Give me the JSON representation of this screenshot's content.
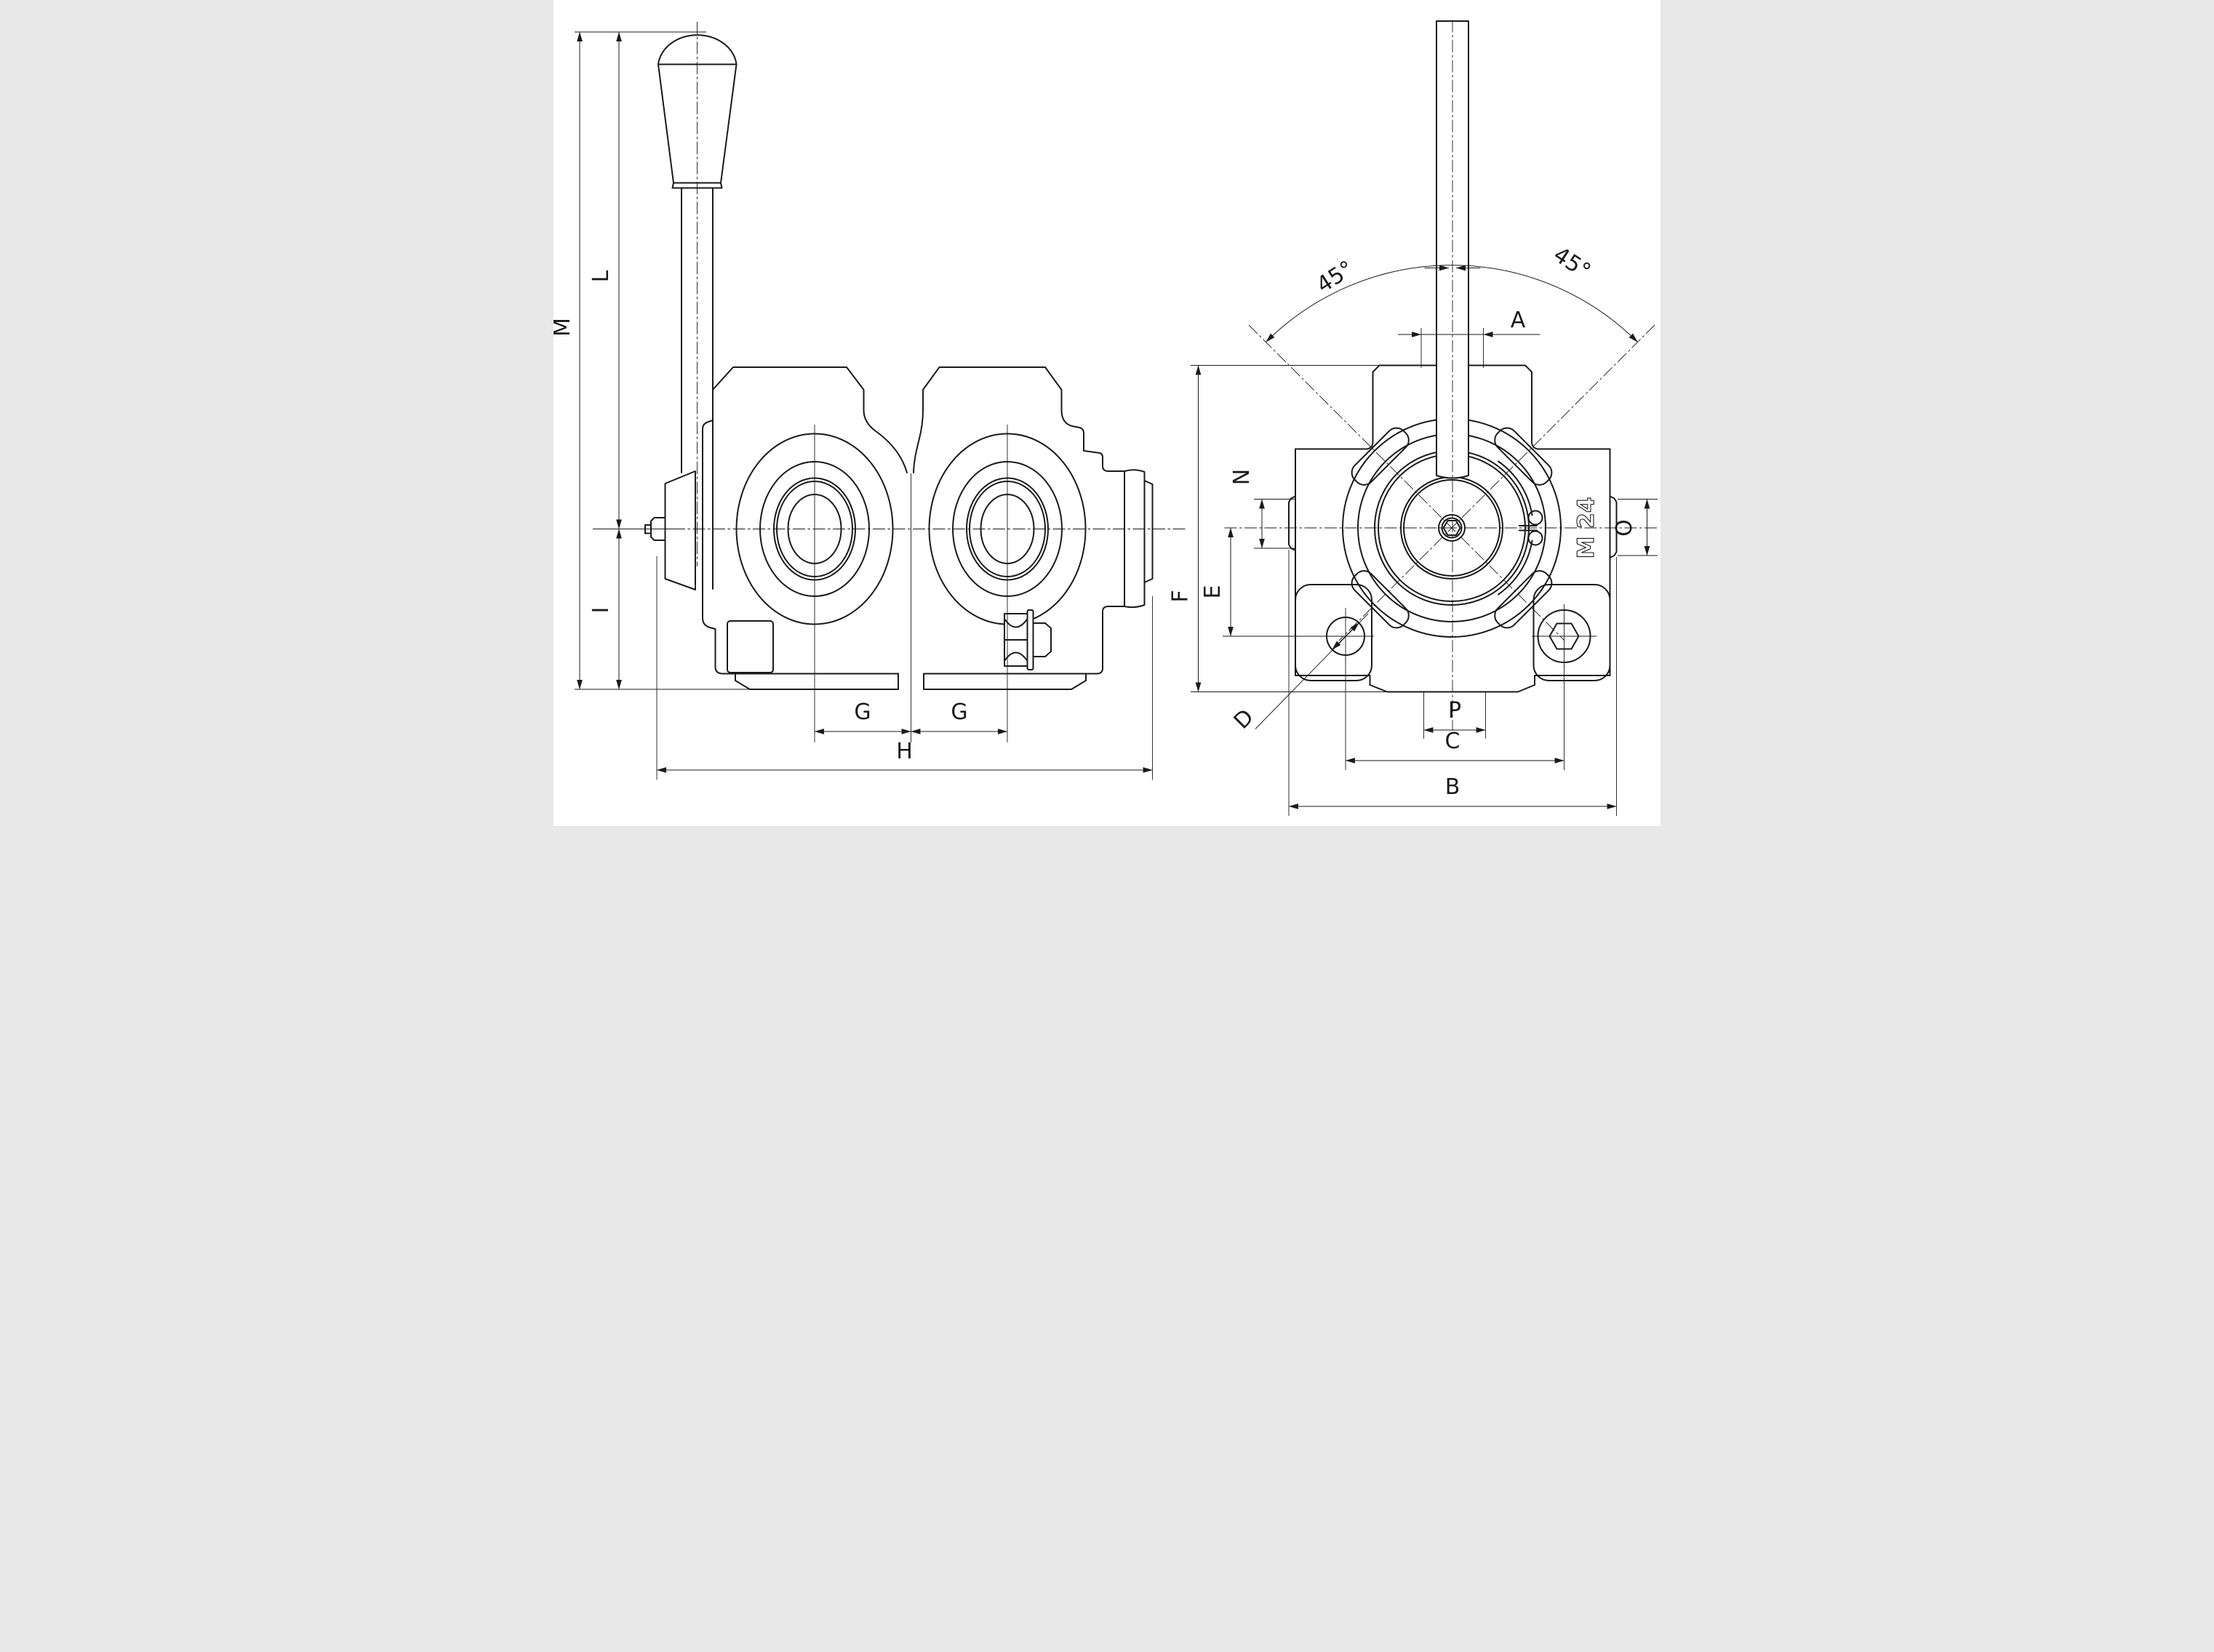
{
  "drawing_type": "technical-dimension-drawing",
  "colors": {
    "line": "#1a1a1a",
    "background": "#ffffff"
  },
  "views": {
    "side_view": {
      "labels": {
        "M": "M",
        "L": "L",
        "I": "I",
        "G_left": "G",
        "G_right": "G",
        "H": "H"
      }
    },
    "front_view": {
      "labels": {
        "angle_left": "45°",
        "angle_right": "45°",
        "A": "A",
        "N": "N",
        "F": "F",
        "E": "E",
        "D": "D",
        "thread_size": "M 24",
        "O": "O",
        "P": "P",
        "C": "C",
        "B": "B"
      }
    }
  }
}
